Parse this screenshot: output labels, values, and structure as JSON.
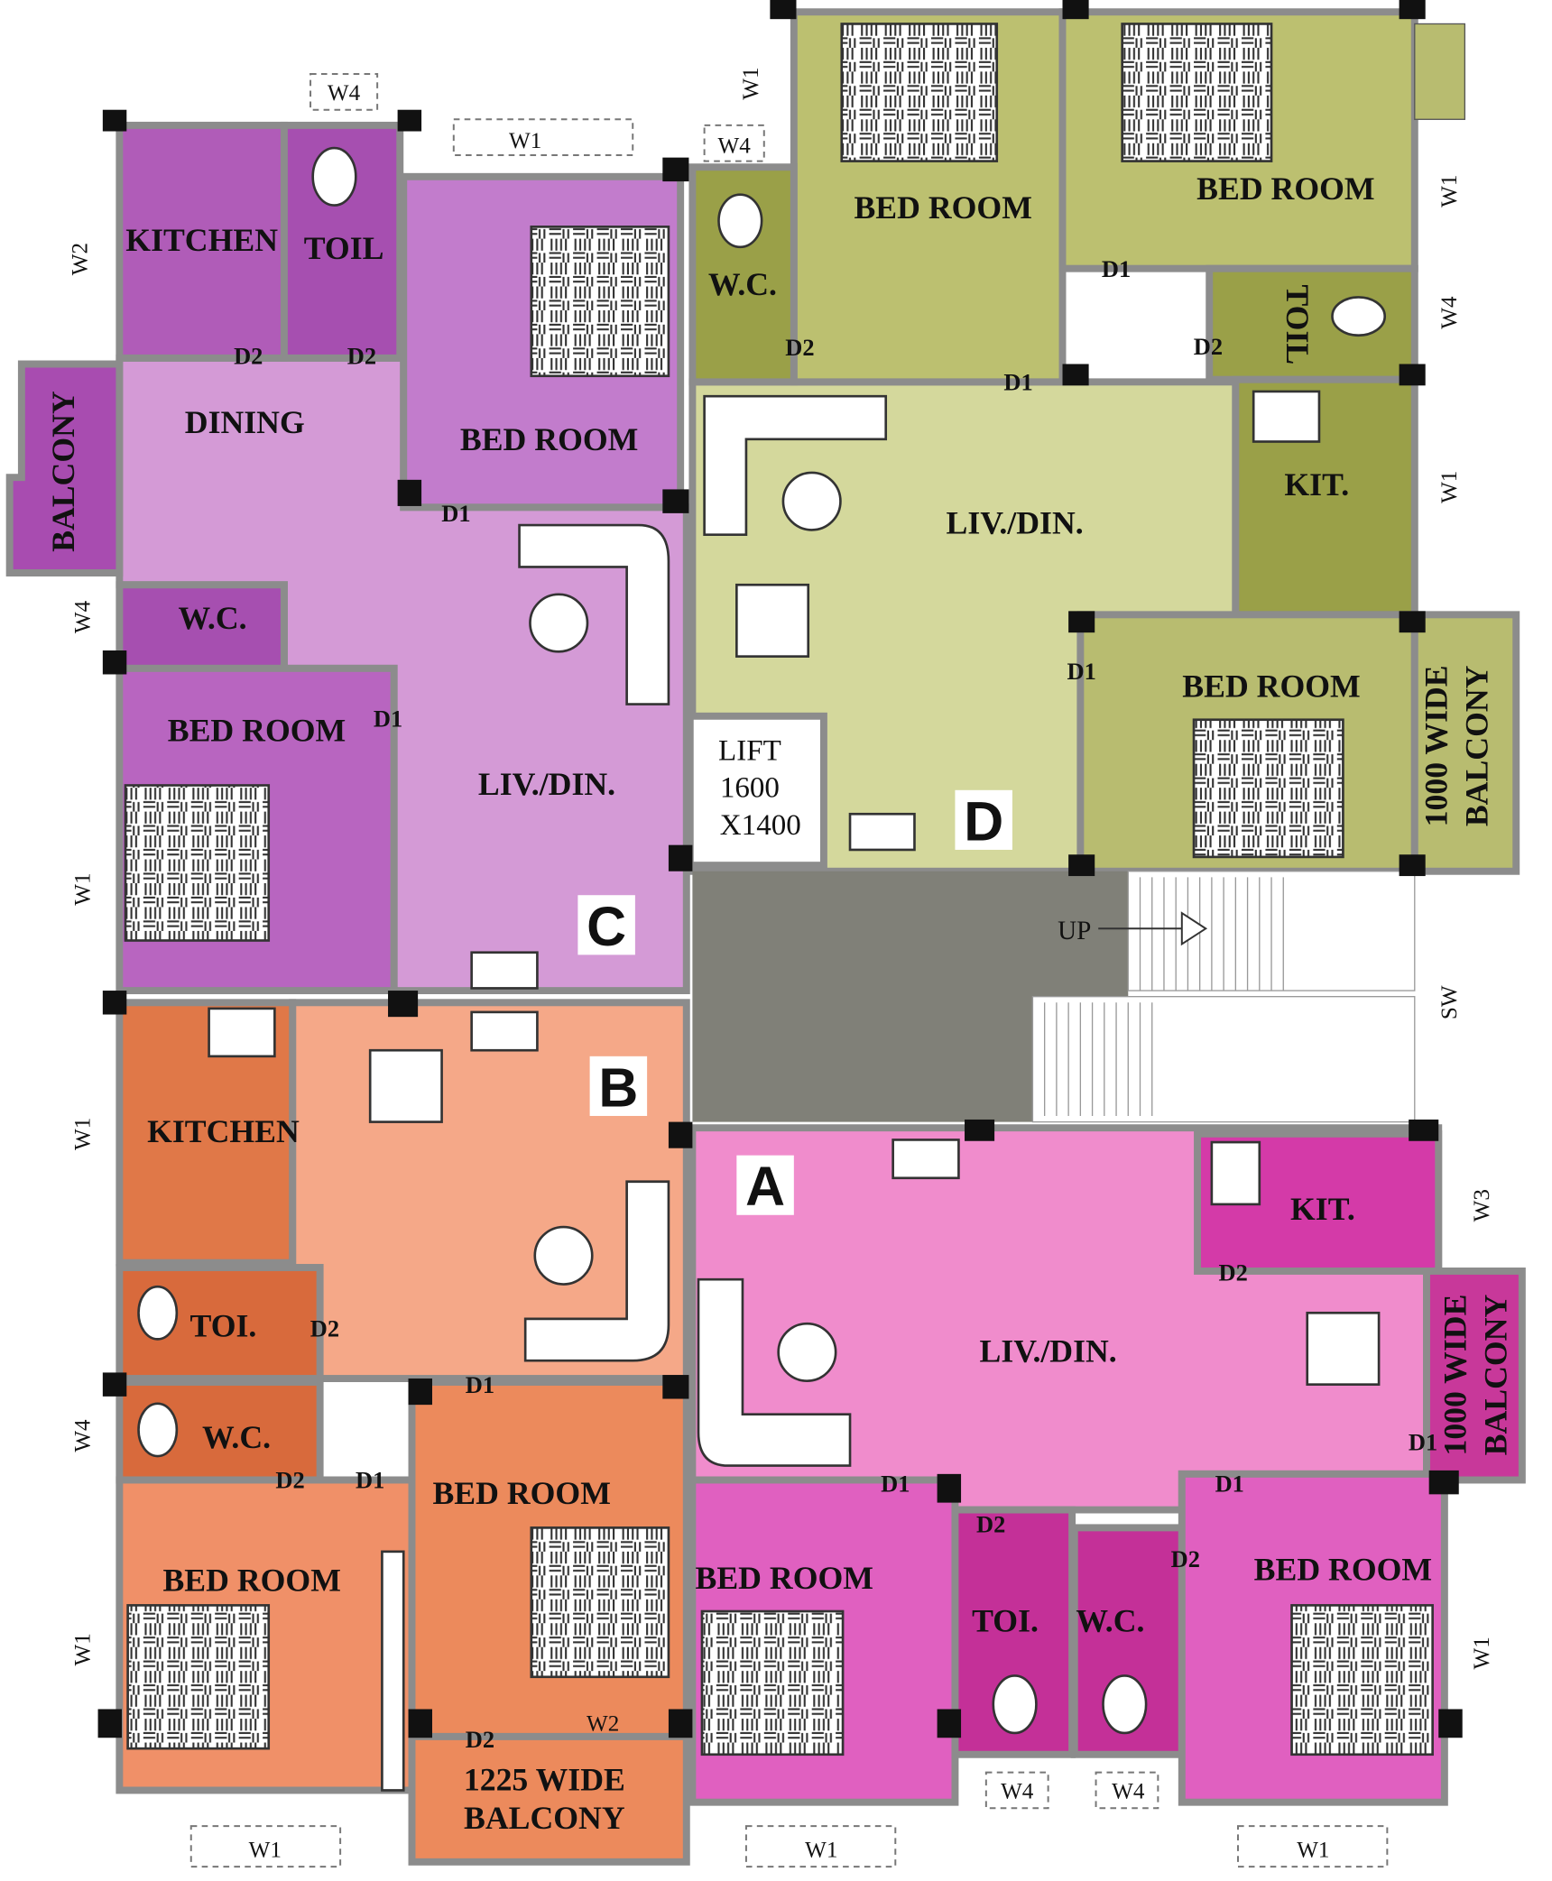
{
  "units": {
    "A": "A",
    "B": "B",
    "C": "C",
    "D": "D"
  },
  "rooms": {
    "c_kitchen": "KITCHEN",
    "c_toil": "TOIL",
    "c_dining": "DINING",
    "c_bedroom_top": "BED ROOM",
    "c_balcony": "BALCONY",
    "c_wc": "W.C.",
    "c_bedroom_left": "BED ROOM",
    "c_livdin": "LIV./DIN.",
    "d_wc": "W.C.",
    "d_bedroom_1": "BED ROOM",
    "d_bedroom_2": "BED ROOM",
    "d_toil": "TOIL",
    "d_livdin": "LIV./DIN.",
    "d_kit": "KIT.",
    "d_bedroom_3": "BED ROOM",
    "d_balcony_1": "1000 WIDE",
    "d_balcony_2": "BALCONY",
    "lift_1": "LIFT",
    "lift_2": "1600",
    "lift_3": "X1400",
    "stair_up": "UP",
    "b_kitchen": "KITCHEN",
    "b_toi": "TOI.",
    "b_wc": "W.C.",
    "b_bedroom_left": "BED ROOM",
    "b_bedroom": "BED ROOM",
    "b_balcony_1": "1225 WIDE",
    "b_balcony_2": "BALCONY",
    "a_kit": "KIT.",
    "a_livdin": "LIV./DIN.",
    "a_balcony_1": "1000 WIDE",
    "a_balcony_2": "BALCONY",
    "a_bedroom_left": "BED ROOM",
    "a_toi": "TOI.",
    "a_wc": "W.C.",
    "a_bedroom_right": "BED ROOM"
  },
  "windows": [
    "W4",
    "W1",
    "W4",
    "W1",
    "W2",
    "W1",
    "W4",
    "W1",
    "W4",
    "W1",
    "SW",
    "W1",
    "W3",
    "W4",
    "W1",
    "W1",
    "W4",
    "W4",
    "W1",
    "W1",
    "W1",
    "W2"
  ],
  "doors": [
    "D2",
    "D2",
    "D1",
    "D2",
    "D1",
    "D1",
    "D2",
    "D1",
    "D1",
    "D2",
    "D1",
    "D2",
    "D1",
    "D2",
    "D1",
    "D2",
    "D1",
    "D2",
    "D2",
    "D1"
  ],
  "colors": {
    "unit_a": "#f08ccc",
    "unit_b": "#f5a888",
    "unit_c": "#d49ad6",
    "unit_d": "#d4d89c",
    "core": "#808078"
  }
}
